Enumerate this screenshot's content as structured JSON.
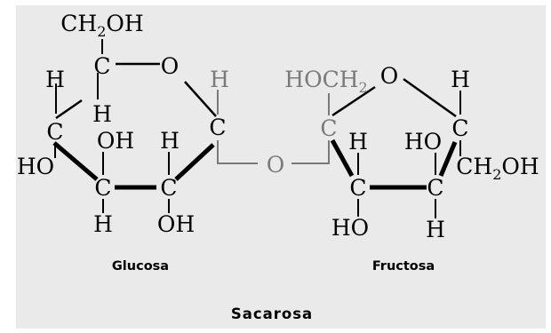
{
  "colors": {
    "background": "#eaeaea",
    "atom_dark": "#000000",
    "atom_gray": "#7a7a7a",
    "bond_dark": "#000000",
    "bond_gray": "#7a7a7a"
  },
  "molecule": {
    "name": "Sacarosa",
    "glucose": {
      "name": "Glucosa",
      "ch2oh": {
        "main": "CH",
        "sub": "2",
        "tail": "OH"
      },
      "c5": "C",
      "ring_o": "O",
      "h_on_c5": "H",
      "h_on_c4": "H",
      "c4": "C",
      "ho_c4": "HO",
      "oh_c3": "OH",
      "c3": "C",
      "h_c3": "H",
      "h_c2": "H",
      "c2": "C",
      "oh_c2": "OH",
      "h_c1": "H",
      "c1": "C"
    },
    "glycosidic_o": "O",
    "fructose": {
      "name": "Fructosa",
      "hoch2": {
        "main": "HOCH",
        "sub": "2"
      },
      "ring_o": "O",
      "c2": "C",
      "h_c3": "H",
      "c3": "C",
      "ho_c3": "HO",
      "ho_c4": "HO",
      "c4": "C",
      "h_c4": "H",
      "h_c5": "H",
      "c5": "C",
      "ch2oh": {
        "main": "CH",
        "sub": "2",
        "tail": "OH"
      }
    }
  }
}
